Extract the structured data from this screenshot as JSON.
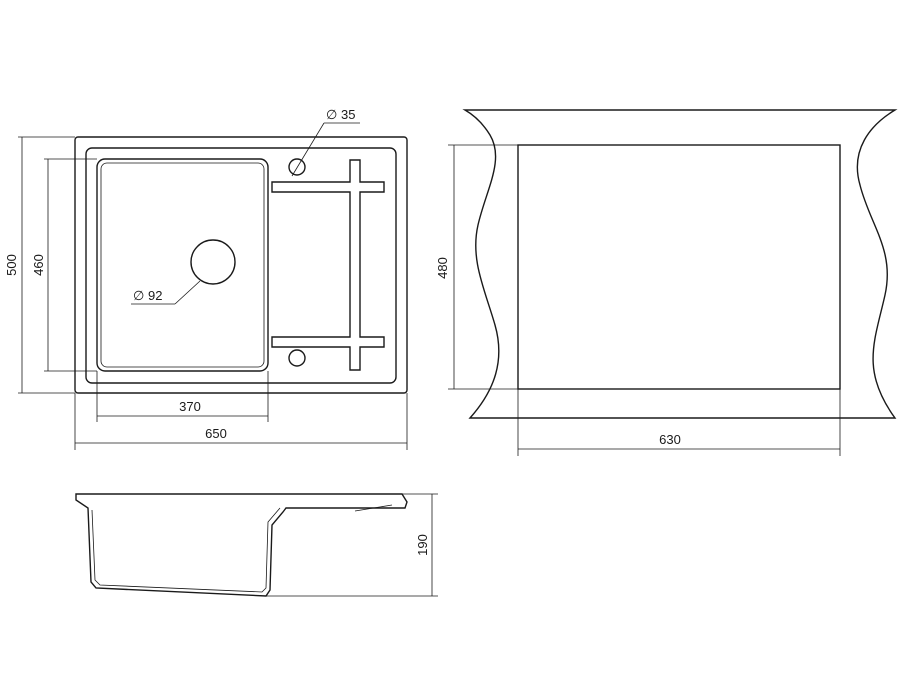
{
  "top_view": {
    "overall_width": "650",
    "overall_depth": "500",
    "bowl_width": "370",
    "bowl_depth": "460",
    "drain_diameter": "92",
    "tap_hole_diameter": "35",
    "diameter_symbol": "∅"
  },
  "cutout": {
    "width": "630",
    "depth": "480"
  },
  "side_view": {
    "bowl_height": "190"
  },
  "colors": {
    "line": "#1a1a1a",
    "background": "#ffffff"
  }
}
